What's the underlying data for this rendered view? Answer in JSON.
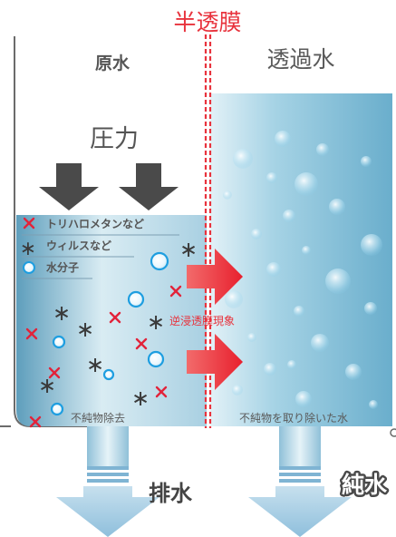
{
  "labels": {
    "membrane": "半透膜",
    "raw_water": "原水",
    "permeate": "透過水",
    "pressure": "圧力",
    "phenomenon": "逆浸透膜現象",
    "impurity_removal": "不純物除去",
    "impurity_removed_water": "不純物を取り除いた水",
    "drain": "排水",
    "pure_water": "純水"
  },
  "legend": [
    {
      "symbol": "cross",
      "label": "トリハロメタンなど"
    },
    {
      "symbol": "asterisk",
      "label": "ウィルスなど"
    },
    {
      "symbol": "circle",
      "label": "水分子"
    }
  ],
  "colors": {
    "membrane": "#e8333d",
    "impurity_cross": "#e2233a",
    "virus": "#3a3a3a",
    "water_molecule": "#1e9ee0",
    "arrow_pressure": "#4a4a4a",
    "arrow_flow": "#e8333d",
    "drain_flow": "#a9cfe6",
    "pure_water_text": "#ffffff"
  },
  "icons": {
    "pressure_arrow": "down-arrow-icon",
    "flow_arrow": "right-arrow-icon",
    "cross": "cross-icon",
    "asterisk": "asterisk-icon",
    "circle": "circle-icon"
  }
}
